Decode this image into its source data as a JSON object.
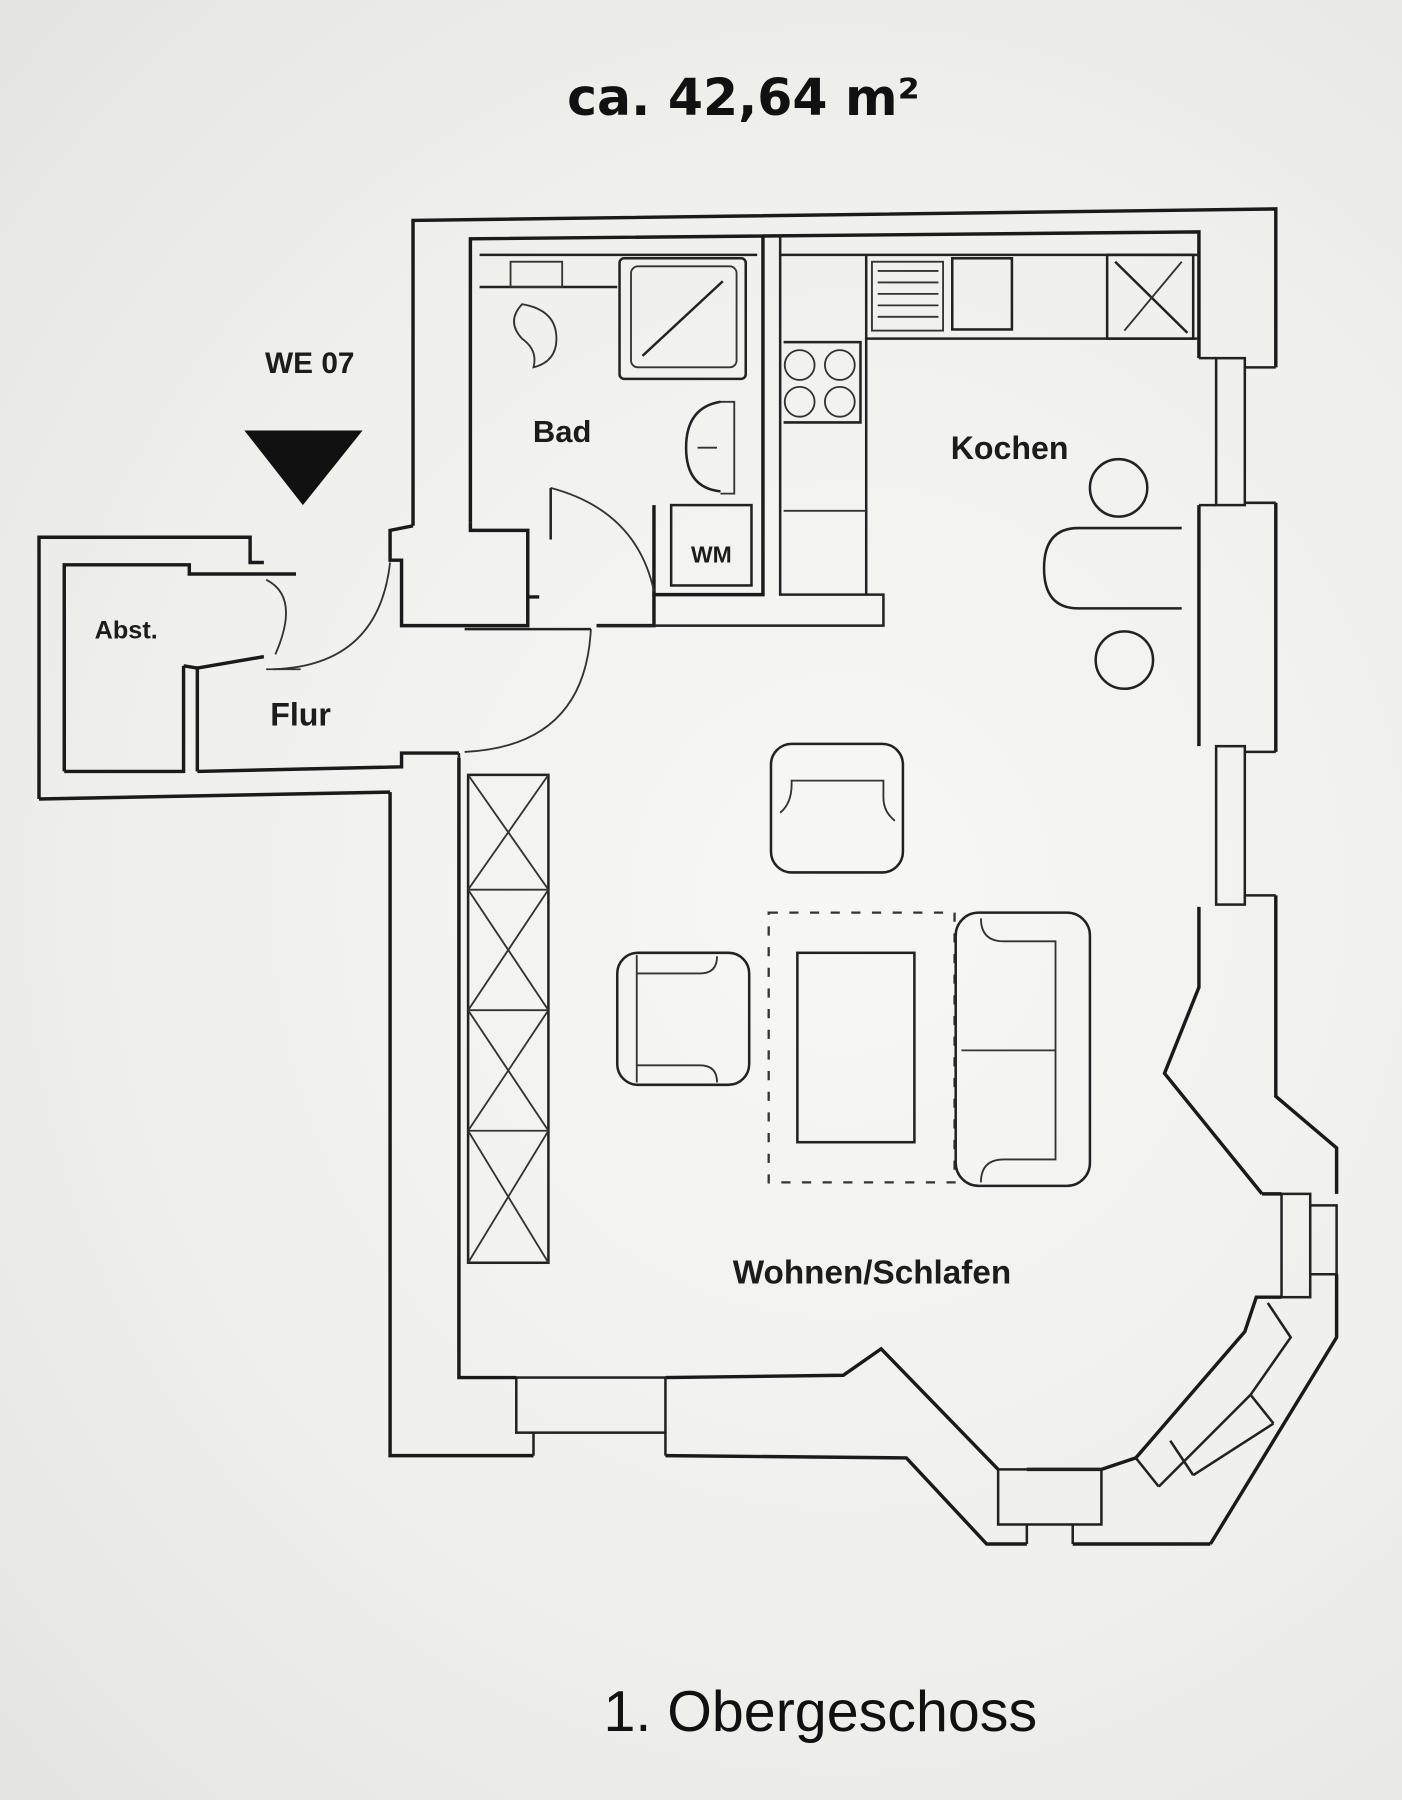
{
  "header": {
    "area": "ca. 42,64 m²"
  },
  "entrance": {
    "unit_label": "WE 07",
    "arrow_icon": "entrance-arrow-down"
  },
  "rooms": [
    {
      "id": "abst",
      "label": "Abst."
    },
    {
      "id": "flur",
      "label": "Flur"
    },
    {
      "id": "bad",
      "label": "Bad"
    },
    {
      "id": "kochen",
      "label": "Kochen"
    },
    {
      "id": "wohnen",
      "label": "Wohnen/Schlafen"
    }
  ],
  "fixtures": {
    "washing_machine": "WM"
  },
  "footer": {
    "floor": "1. Obergeschoss"
  },
  "colors": {
    "paper": "#efefec",
    "ink": "#1a1a1a"
  }
}
